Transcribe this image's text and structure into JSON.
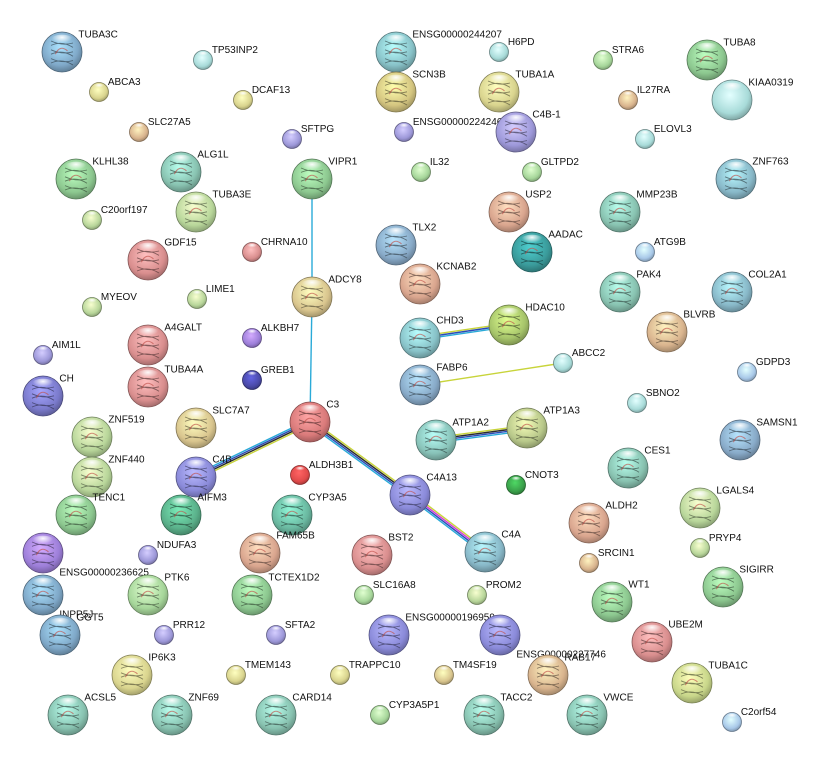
{
  "network": {
    "nodes": [
      {
        "id": "TUBA3C",
        "color": "#7fa8c8",
        "size": "L",
        "structure": true
      },
      {
        "id": "TP53INP2",
        "color": "#a8dbd9",
        "size": "S"
      },
      {
        "id": "ENSG00000244207",
        "color": "#88c2c8",
        "size": "L",
        "structure": true
      },
      {
        "id": "H6PD",
        "color": "#a8dbd9",
        "size": "S"
      },
      {
        "id": "STRA6",
        "color": "#a6d69a",
        "size": "S"
      },
      {
        "id": "TUBA8",
        "color": "#8cc78f",
        "size": "L",
        "structure": true
      },
      {
        "id": "ABCA3",
        "color": "#d9d48e",
        "size": "S"
      },
      {
        "id": "DCAF13",
        "color": "#d9d48e",
        "size": "S"
      },
      {
        "id": "SCN3B",
        "color": "#d4c580",
        "size": "L",
        "structure": true
      },
      {
        "id": "TUBA1A",
        "color": "#d9d48e",
        "size": "L",
        "structure": true
      },
      {
        "id": "IL27RA",
        "color": "#d9b48e",
        "size": "S"
      },
      {
        "id": "KIAA0319",
        "color": "#a8dbd9",
        "size": "L"
      },
      {
        "id": "SLC27A5",
        "color": "#d9b48e",
        "size": "S"
      },
      {
        "id": "SFTPG",
        "color": "#9d98d9",
        "size": "S"
      },
      {
        "id": "ENSG00000224246",
        "color": "#9d98d9",
        "size": "S"
      },
      {
        "id": "C4B-1",
        "color": "#9d98d9",
        "size": "L",
        "structure": true
      },
      {
        "id": "ELOVL3",
        "color": "#a8dbd9",
        "size": "S"
      },
      {
        "id": "KLHL38",
        "color": "#8cc78f",
        "size": "L",
        "structure": true
      },
      {
        "id": "ALG1L",
        "color": "#88c2b0",
        "size": "L",
        "structure": true
      },
      {
        "id": "VIPR1",
        "color": "#8cc78f",
        "size": "L",
        "structure": true
      },
      {
        "id": "IL32",
        "color": "#a6d69a",
        "size": "S"
      },
      {
        "id": "GLTPD2",
        "color": "#a6d69a",
        "size": "S"
      },
      {
        "id": "ZNF763",
        "color": "#88b8c8",
        "size": "L",
        "structure": true
      },
      {
        "id": "TUBA3E",
        "color": "#b8d69a",
        "size": "L",
        "structure": true
      },
      {
        "id": "C20orf197",
        "color": "#b8d69a",
        "size": "S"
      },
      {
        "id": "USP2",
        "color": "#d9a58e",
        "size": "L",
        "structure": true
      },
      {
        "id": "MMP23B",
        "color": "#88c2b0",
        "size": "L",
        "structure": true
      },
      {
        "id": "TLX2",
        "color": "#88aac8",
        "size": "L",
        "structure": true
      },
      {
        "id": "AADAC",
        "color": "#3a9a9a",
        "size": "L",
        "structure": true
      },
      {
        "id": "GDF15",
        "color": "#d98e8e",
        "size": "L",
        "structure": true
      },
      {
        "id": "CHRNA10",
        "color": "#d98e8e",
        "size": "S"
      },
      {
        "id": "ATG9B",
        "color": "#a8c8e8",
        "size": "S"
      },
      {
        "id": "KCNAB2",
        "color": "#d9a58e",
        "size": "L",
        "structure": true
      },
      {
        "id": "ADCY8",
        "color": "#d9c58e",
        "size": "L",
        "structure": true
      },
      {
        "id": "PAK4",
        "color": "#88c2b0",
        "size": "L",
        "structure": true
      },
      {
        "id": "COL2A1",
        "color": "#88b8c8",
        "size": "L",
        "structure": true
      },
      {
        "id": "MYEOV",
        "color": "#b8d69a",
        "size": "S"
      },
      {
        "id": "LIME1",
        "color": "#b8d69a",
        "size": "S"
      },
      {
        "id": "HDAC10",
        "color": "#a6c46a",
        "size": "L",
        "structure": true
      },
      {
        "id": "BLVRB",
        "color": "#d9b48e",
        "size": "L",
        "structure": true
      },
      {
        "id": "CHD3",
        "color": "#88c2c8",
        "size": "L",
        "structure": true
      },
      {
        "id": "A4GALT",
        "color": "#d98e8e",
        "size": "L",
        "structure": true
      },
      {
        "id": "ALKBH7",
        "color": "#9d7fd9",
        "size": "S"
      },
      {
        "id": "AIM1L",
        "color": "#9d98d9",
        "size": "S"
      },
      {
        "id": "ABCC2",
        "color": "#a8dbd9",
        "size": "S"
      },
      {
        "id": "GDPD3",
        "color": "#a8c8e8",
        "size": "S"
      },
      {
        "id": "CH",
        "color": "#7a7acb",
        "size": "L",
        "structure": true
      },
      {
        "id": "TUBA4A",
        "color": "#d98e8e",
        "size": "L",
        "structure": true
      },
      {
        "id": "GREB1",
        "color": "#4a4aa8",
        "size": "S"
      },
      {
        "id": "FABP6",
        "color": "#88aac8",
        "size": "L",
        "structure": true
      },
      {
        "id": "SBNO2",
        "color": "#a8dbd9",
        "size": "S"
      },
      {
        "id": "SAMSN1",
        "color": "#88aac8",
        "size": "L",
        "structure": true
      },
      {
        "id": "ZNF519",
        "color": "#b8d69a",
        "size": "L",
        "structure": true
      },
      {
        "id": "SLC7A7",
        "color": "#d9c58e",
        "size": "L",
        "structure": true
      },
      {
        "id": "C3",
        "color": "#d97a7a",
        "size": "L",
        "structure": true
      },
      {
        "id": "ATP1A3",
        "color": "#b8c88a",
        "size": "L",
        "structure": true
      },
      {
        "id": "ATP1A2",
        "color": "#88c2b8",
        "size": "L",
        "structure": true
      },
      {
        "id": "CES1",
        "color": "#88c2b0",
        "size": "L",
        "structure": true
      },
      {
        "id": "ZNF440",
        "color": "#b8d69a",
        "size": "L",
        "structure": true
      },
      {
        "id": "C4B",
        "color": "#8a8ad9",
        "size": "L",
        "structure": true
      },
      {
        "id": "ALDH3B1",
        "color": "#e04a4a",
        "size": "S"
      },
      {
        "id": "C4A13",
        "color": "#8a8ad9",
        "size": "L",
        "structure": true
      },
      {
        "id": "CNOT3",
        "color": "#3aa04a",
        "size": "S"
      },
      {
        "id": "TENC1",
        "color": "#8cc78f",
        "size": "L",
        "structure": true
      },
      {
        "id": "AIFM3",
        "color": "#5ab08a",
        "size": "L",
        "structure": true
      },
      {
        "id": "CYP3A5",
        "color": "#6ab8a0",
        "size": "L",
        "structure": true
      },
      {
        "id": "ALDH2",
        "color": "#d9a58e",
        "size": "L",
        "structure": true
      },
      {
        "id": "LGALS4",
        "color": "#b8d69a",
        "size": "L",
        "structure": true
      },
      {
        "id": "ENSG00000236625",
        "color": "#9d7fd9",
        "size": "L",
        "structure": true
      },
      {
        "id": "NDUFA3",
        "color": "#9d98d9",
        "size": "S"
      },
      {
        "id": "FAM65B",
        "color": "#d9a58e",
        "size": "L",
        "structure": true
      },
      {
        "id": "BST2",
        "color": "#d98e8e",
        "size": "L",
        "structure": true
      },
      {
        "id": "C4A",
        "color": "#88b8c8",
        "size": "L",
        "structure": true
      },
      {
        "id": "SRCIN1",
        "color": "#d9b48e",
        "size": "S"
      },
      {
        "id": "PRYP4",
        "color": "#b8d69a",
        "size": "S"
      },
      {
        "id": "INPP5J",
        "color": "#7fa8c8",
        "size": "L",
        "structure": true
      },
      {
        "id": "PTK6",
        "color": "#a6d69a",
        "size": "L",
        "structure": true
      },
      {
        "id": "TCTEX1D2",
        "color": "#8cc78f",
        "size": "L",
        "structure": true
      },
      {
        "id": "SLC16A8",
        "color": "#a6d69a",
        "size": "S"
      },
      {
        "id": "PROM2",
        "color": "#b8d69a",
        "size": "S"
      },
      {
        "id": "WT1",
        "color": "#8cc78f",
        "size": "L",
        "structure": true
      },
      {
        "id": "SIGIRR",
        "color": "#8cc78f",
        "size": "L",
        "structure": true
      },
      {
        "id": "GGT5",
        "color": "#7fa8c8",
        "size": "L",
        "structure": true
      },
      {
        "id": "PRR12",
        "color": "#9d98d9",
        "size": "S"
      },
      {
        "id": "SFTA2",
        "color": "#9d98d9",
        "size": "S"
      },
      {
        "id": "ENSG00000196959",
        "color": "#8a8ad9",
        "size": "L",
        "structure": true
      },
      {
        "id": "ENSG00000227746",
        "color": "#8a8ad9",
        "size": "L",
        "structure": true
      },
      {
        "id": "UBE2M",
        "color": "#d98e8e",
        "size": "L",
        "structure": true
      },
      {
        "id": "IP6K3",
        "color": "#d9d48e",
        "size": "L",
        "structure": true
      },
      {
        "id": "TMEM143",
        "color": "#d9d48e",
        "size": "S"
      },
      {
        "id": "TRAPPC10",
        "color": "#d9d48e",
        "size": "S"
      },
      {
        "id": "TM4SF19",
        "color": "#d9c58e",
        "size": "S"
      },
      {
        "id": "RAB17",
        "color": "#d9b48e",
        "size": "L",
        "structure": true
      },
      {
        "id": "TUBA1C",
        "color": "#c8d68a",
        "size": "L",
        "structure": true
      },
      {
        "id": "ACSL5",
        "color": "#88c2b0",
        "size": "L",
        "structure": true
      },
      {
        "id": "ZNF69",
        "color": "#88c2b0",
        "size": "L",
        "structure": true
      },
      {
        "id": "CARD14",
        "color": "#88c2b0",
        "size": "L",
        "structure": true
      },
      {
        "id": "CYP3A5P1",
        "color": "#a6d69a",
        "size": "S"
      },
      {
        "id": "TACC2",
        "color": "#88c2b0",
        "size": "L",
        "structure": true
      },
      {
        "id": "VWCE",
        "color": "#88c2b0",
        "size": "L",
        "structure": true
      },
      {
        "id": "C2orf54",
        "color": "#a8c8e8",
        "size": "S"
      }
    ],
    "edges": [
      {
        "from": "VIPR1",
        "to": "ADCY8",
        "colors": [
          "#2aaad8"
        ]
      },
      {
        "from": "ADCY8",
        "to": "C3",
        "colors": [
          "#2aaad8"
        ]
      },
      {
        "from": "CHD3",
        "to": "HDAC10",
        "colors": [
          "#c8d43a",
          "#2a4ab8",
          "#2aaad8"
        ]
      },
      {
        "from": "FABP6",
        "to": "ABCC2",
        "colors": [
          "#c8d43a"
        ]
      },
      {
        "from": "ATP1A2",
        "to": "ATP1A3",
        "colors": [
          "#c8d43a",
          "#2a2a2a",
          "#2a4ab8",
          "#2aaad8"
        ]
      },
      {
        "from": "C3",
        "to": "C4B",
        "colors": [
          "#c8d43a",
          "#2a2a2a",
          "#2a4ab8",
          "#2aaad8"
        ]
      },
      {
        "from": "C3",
        "to": "C4A13",
        "colors": [
          "#c8d43a",
          "#2a2a2a",
          "#2a4ab8",
          "#2aaad8"
        ]
      },
      {
        "from": "C4A13",
        "to": "C4A",
        "colors": [
          "#c8d43a",
          "#d43ad4",
          "#2a4ab8",
          "#2aaad8"
        ]
      }
    ]
  }
}
